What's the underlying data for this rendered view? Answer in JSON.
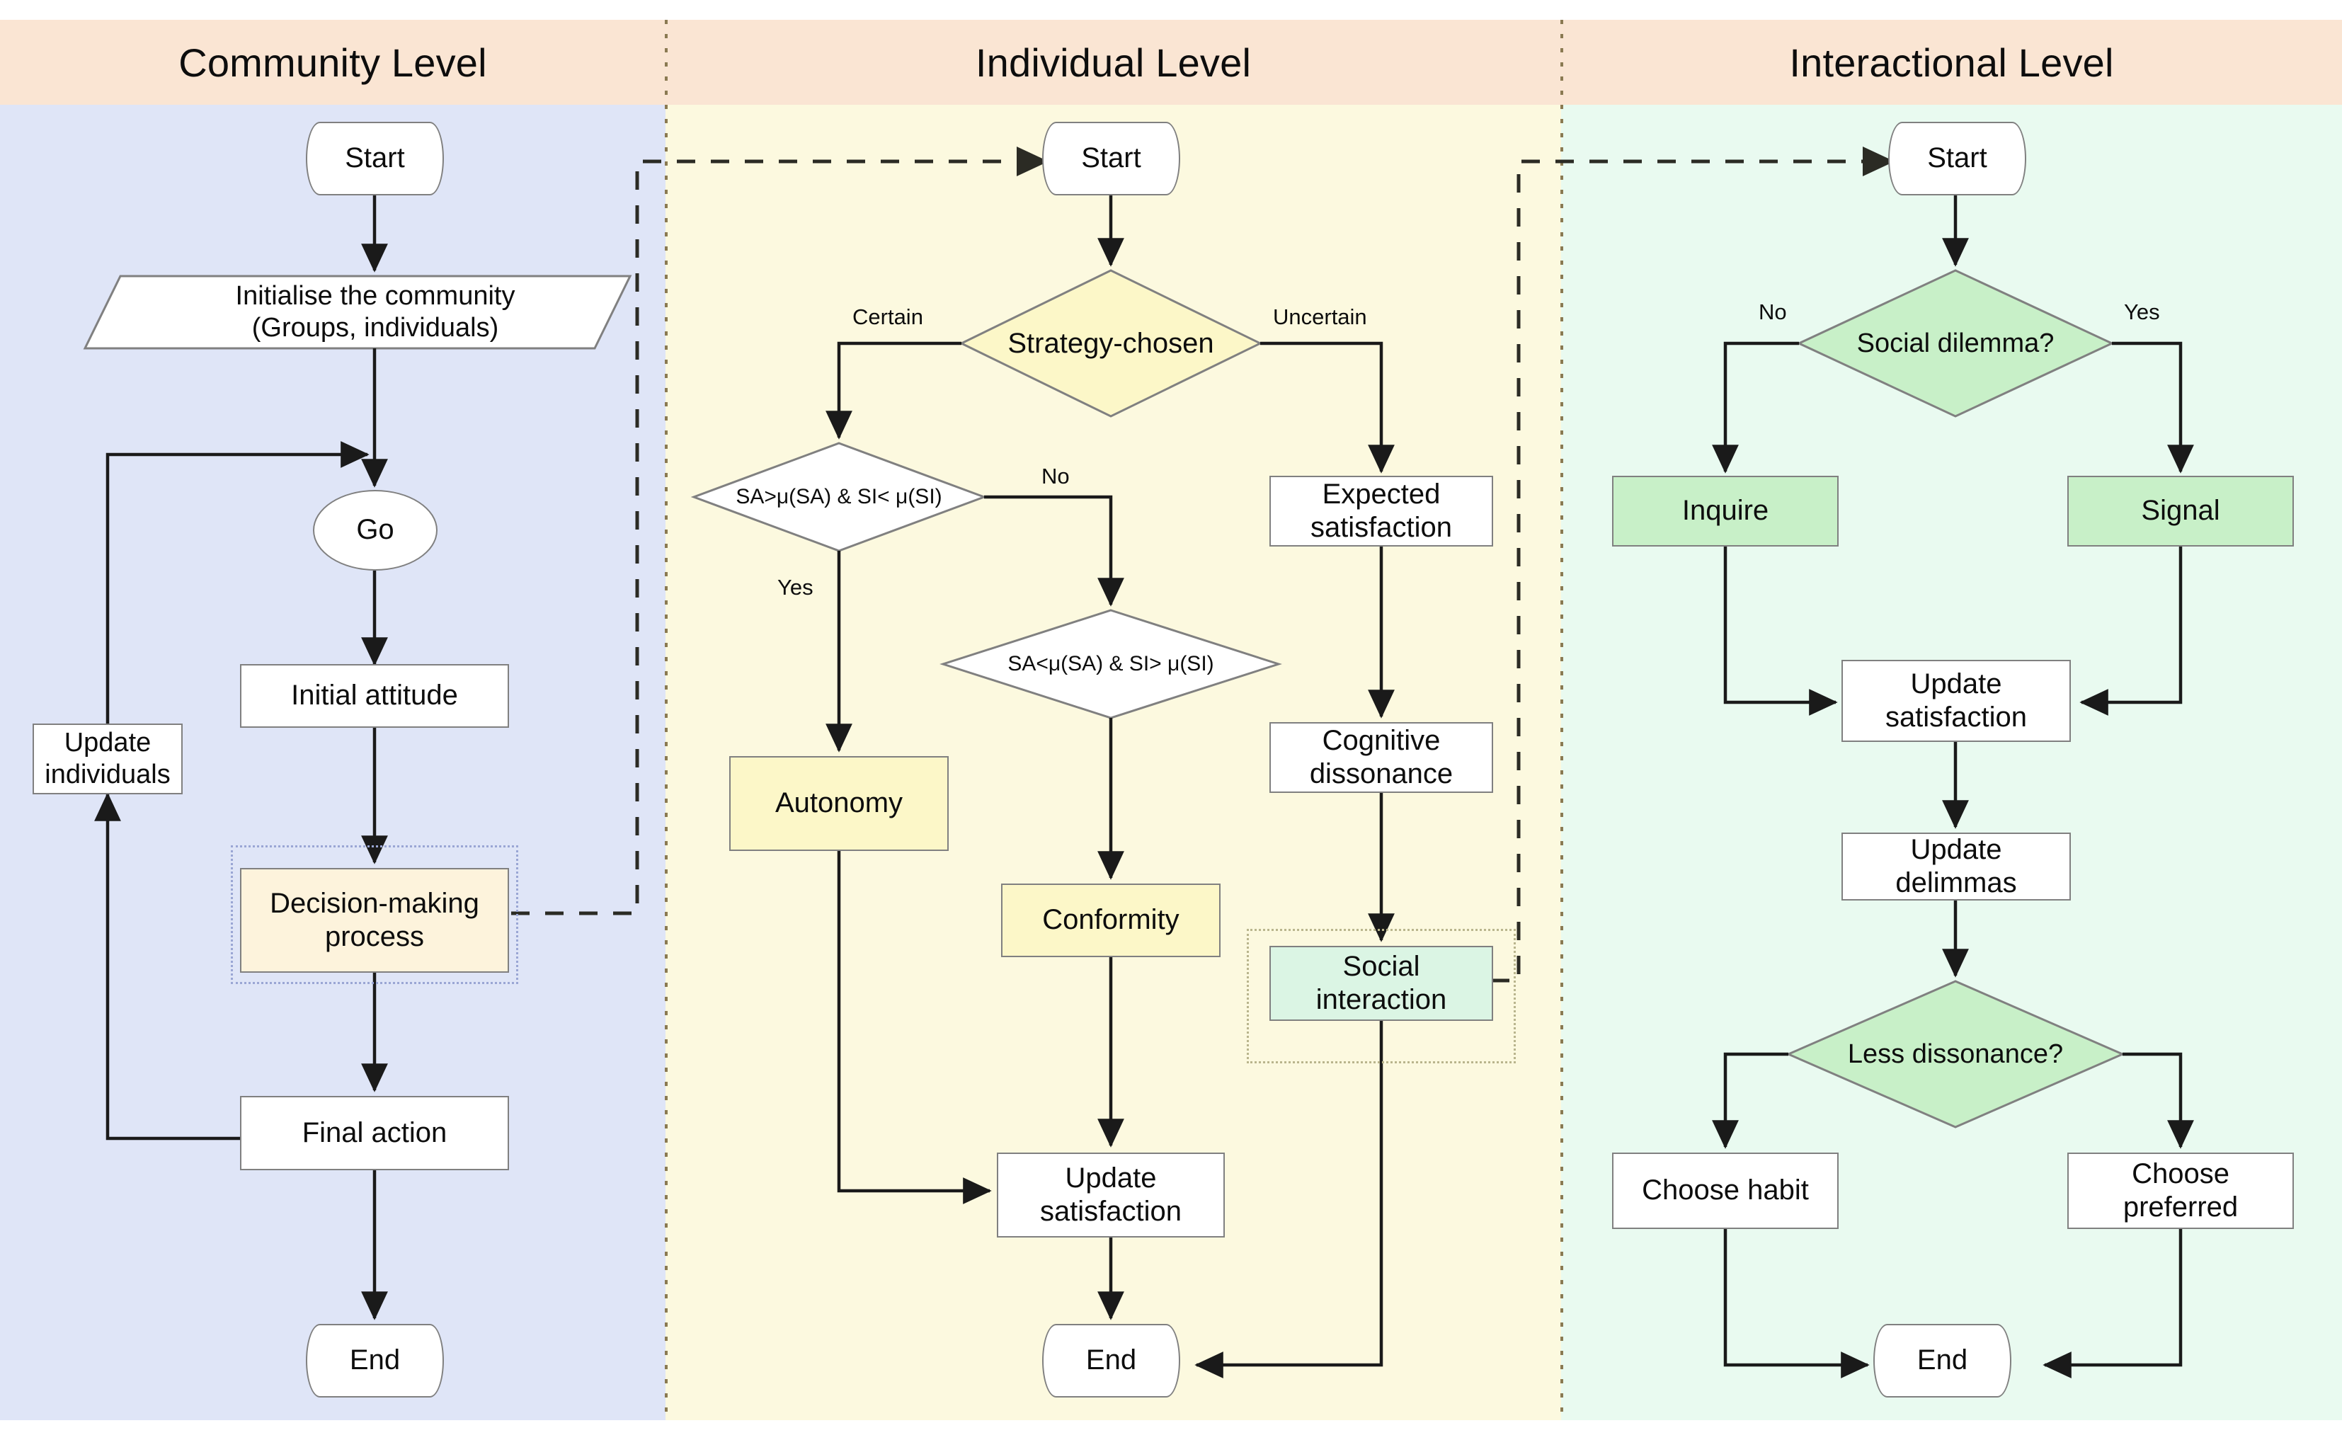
{
  "diagram": {
    "title_band_color": "#fae5d3",
    "lanes": [
      {
        "id": "community",
        "title": "Community Level",
        "bg": "#dfe5f7",
        "nodes": [
          {
            "id": "c-start",
            "label": "Start",
            "shape": "terminator",
            "fill": "#ffffff"
          },
          {
            "id": "c-init",
            "label": "Initialise the community\n(Groups, individuals)",
            "shape": "parallelogram",
            "fill": "#ffffff"
          },
          {
            "id": "c-go",
            "label": "Go",
            "shape": "ellipse",
            "fill": "#ffffff"
          },
          {
            "id": "c-attitude",
            "label": "Initial attitude",
            "shape": "rect",
            "fill": "#ffffff"
          },
          {
            "id": "c-decision",
            "label": "Decision-making\nprocess",
            "shape": "rect",
            "fill": "#fdf3dc",
            "grouped": true
          },
          {
            "id": "c-final",
            "label": "Final action",
            "shape": "rect",
            "fill": "#ffffff"
          },
          {
            "id": "c-update",
            "label": "Update\nindividuals",
            "shape": "rect",
            "fill": "#ffffff"
          },
          {
            "id": "c-end",
            "label": "End",
            "shape": "terminator",
            "fill": "#ffffff"
          }
        ],
        "edge_labels": []
      },
      {
        "id": "individual",
        "title": "Individual Level",
        "bg": "#fcf9df",
        "nodes": [
          {
            "id": "i-start",
            "label": "Start",
            "shape": "terminator",
            "fill": "#ffffff"
          },
          {
            "id": "i-strategy",
            "label": "Strategy-chosen",
            "shape": "diamond",
            "fill": "#fcf7c8"
          },
          {
            "id": "i-cond1",
            "label": "SA>μ(SA) & SI< μ(SI)",
            "shape": "diamond",
            "fill": "#ffffff"
          },
          {
            "id": "i-cond2",
            "label": "SA<μ(SA) & SI> μ(SI)",
            "shape": "diamond",
            "fill": "#ffffff"
          },
          {
            "id": "i-autonomy",
            "label": "Autonomy",
            "shape": "rect",
            "fill": "#fcf7c8"
          },
          {
            "id": "i-conformity",
            "label": "Conformity",
            "shape": "rect",
            "fill": "#fcf7c8"
          },
          {
            "id": "i-expected",
            "label": "Expected\nsatisfaction",
            "shape": "rect",
            "fill": "#ffffff"
          },
          {
            "id": "i-cognitive",
            "label": "Cognitive\ndissonance",
            "shape": "rect",
            "fill": "#ffffff"
          },
          {
            "id": "i-social",
            "label": "Social\ninteraction",
            "shape": "rect",
            "fill": "#dbf5e4",
            "grouped": true
          },
          {
            "id": "i-updatesat",
            "label": "Update\nsatisfaction",
            "shape": "rect",
            "fill": "#ffffff"
          },
          {
            "id": "i-end",
            "label": "End",
            "shape": "terminator",
            "fill": "#ffffff"
          }
        ],
        "edge_labels": [
          {
            "id": "lbl-certain",
            "text": "Certain"
          },
          {
            "id": "lbl-uncertain",
            "text": "Uncertain"
          },
          {
            "id": "lbl-no1",
            "text": "No"
          },
          {
            "id": "lbl-yes1",
            "text": "Yes"
          }
        ]
      },
      {
        "id": "interactional",
        "title": "Interactional Level",
        "bg": "#e9faf0",
        "nodes": [
          {
            "id": "x-start",
            "label": "Start",
            "shape": "terminator",
            "fill": "#ffffff"
          },
          {
            "id": "x-dilemma",
            "label": "Social dilemma?",
            "shape": "diamond",
            "fill": "#c8f0c8"
          },
          {
            "id": "x-inquire",
            "label": "Inquire",
            "shape": "rect",
            "fill": "#c8f0c8"
          },
          {
            "id": "x-signal",
            "label": "Signal",
            "shape": "rect",
            "fill": "#c8f0c8"
          },
          {
            "id": "x-updatesat",
            "label": "Update\nsatisfaction",
            "shape": "rect",
            "fill": "#ffffff"
          },
          {
            "id": "x-updatedil",
            "label": "Update\ndelimmas",
            "shape": "rect",
            "fill": "#ffffff"
          },
          {
            "id": "x-lessdis",
            "label": "Less dissonance?",
            "shape": "diamond",
            "fill": "#c8f0c8"
          },
          {
            "id": "x-habit",
            "label": "Choose habit",
            "shape": "rect",
            "fill": "#ffffff"
          },
          {
            "id": "x-preferred",
            "label": "Choose\npreferred",
            "shape": "rect",
            "fill": "#ffffff"
          },
          {
            "id": "x-end",
            "label": "End",
            "shape": "terminator",
            "fill": "#ffffff"
          }
        ],
        "edge_labels": [
          {
            "id": "lbl-no2",
            "text": "No"
          },
          {
            "id": "lbl-yes2",
            "text": "Yes"
          }
        ]
      }
    ]
  },
  "labels": {
    "community_title": "Community Level",
    "individual_title": "Individual Level",
    "interactional_title": "Interactional Level",
    "c_start": "Start",
    "c_init_line1": "Initialise the community",
    "c_init_line2": "(Groups, individuals)",
    "c_go": "Go",
    "c_attitude": "Initial attitude",
    "c_decision_line1": "Decision-making",
    "c_decision_line2": "process",
    "c_final": "Final action",
    "c_update_line1": "Update",
    "c_update_line2": "individuals",
    "c_end": "End",
    "i_start": "Start",
    "i_strategy": "Strategy-chosen",
    "i_certain": "Certain",
    "i_uncertain": "Uncertain",
    "i_cond1": "SA>μ(SA) & SI< μ(SI)",
    "i_cond2": "SA<μ(SA) & SI> μ(SI)",
    "i_no": "No",
    "i_yes": "Yes",
    "i_autonomy": "Autonomy",
    "i_conformity": "Conformity",
    "i_expected_line1": "Expected",
    "i_expected_line2": "satisfaction",
    "i_cognitive_line1": "Cognitive",
    "i_cognitive_line2": "dissonance",
    "i_social_line1": "Social",
    "i_social_line2": "interaction",
    "i_updatesat_line1": "Update",
    "i_updatesat_line2": "satisfaction",
    "i_end": "End",
    "x_start": "Start",
    "x_dilemma": "Social dilemma?",
    "x_no": "No",
    "x_yes": "Yes",
    "x_inquire": "Inquire",
    "x_signal": "Signal",
    "x_updatesat_line1": "Update",
    "x_updatesat_line2": "satisfaction",
    "x_updatedil_line1": "Update",
    "x_updatedil_line2": "delimmas",
    "x_lessdis": "Less dissonance?",
    "x_habit": "Choose habit",
    "x_preferred_line1": "Choose",
    "x_preferred_line2": "preferred",
    "x_end": "End"
  },
  "colors": {
    "header_band": "#fae5d3",
    "lane_community": "#dfe5f7",
    "lane_individual": "#fcf9df",
    "lane_interactional": "#e9faf0",
    "node_stroke": "#808080",
    "connector": "#1a1a1a",
    "yellow_fill": "#fcf7c8",
    "green_fill": "#c8f0c8",
    "mint_fill": "#dbf5e4",
    "cream_fill": "#fdf3dc"
  }
}
